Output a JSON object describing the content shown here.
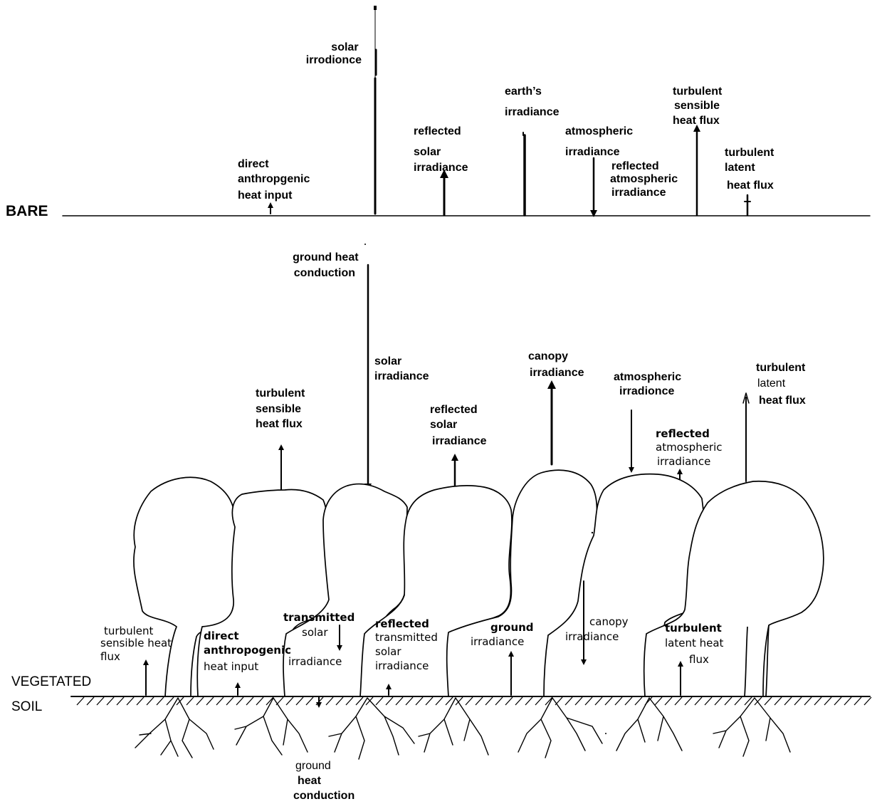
{
  "surfaces": {
    "bare_label": "BARE",
    "vegetated_label_line1": "VEGETATED",
    "vegetated_label_line2": "SOIL"
  },
  "bare_fluxes": {
    "solar_irradiance": [
      "solar",
      "irrodionce"
    ],
    "direct_anthropogenic": [
      "direct",
      "anthropgenic",
      "heat input"
    ],
    "reflected_solar": [
      "reflected",
      "solar",
      "irradiance"
    ],
    "earths_irradiance": [
      "earth’s",
      "irradiance"
    ],
    "atmospheric_irradiance": [
      "atmospheric",
      "irradiance"
    ],
    "reflected_atmospheric": [
      "reflected",
      "atmospheric",
      "irradiance"
    ],
    "turbulent_sensible": [
      "turbulent",
      "sensible",
      "heat flux"
    ],
    "turbulent_latent": [
      "turbulent",
      "latent",
      "heat flux"
    ],
    "ground_heat_conduction": [
      "ground heat",
      "conduction"
    ]
  },
  "canopy_fluxes": {
    "solar_irradiance": [
      "solar",
      "irradiance"
    ],
    "turbulent_sensible": [
      "turbulent",
      "sensible",
      "heat flux"
    ],
    "reflected_solar": [
      "reflected",
      "solar",
      "irradiance"
    ],
    "canopy_irradiance": [
      "canopy",
      "irradiance"
    ],
    "atmospheric_irradiance": [
      "atmospheric",
      "irradionce"
    ],
    "reflected_atmospheric": [
      "reflected",
      "atmospheric",
      "irradiance"
    ],
    "turbulent_latent": [
      "turbulent",
      "latent",
      "heat flux"
    ]
  },
  "under_canopy_fluxes": {
    "turbulent_sensible": [
      "turbulent",
      "sensible heat",
      "flux"
    ],
    "direct_anthropogenic": [
      "direct",
      "anthropogenic",
      "heat input"
    ],
    "transmitted_solar": [
      "transmitted",
      "solar",
      "irradiance"
    ],
    "reflected_transmitted": [
      "reflected",
      "transmitted",
      "solar",
      "irradiance"
    ],
    "ground_irradiance": [
      "ground",
      "irradiance"
    ],
    "canopy_irradiance": [
      "canopy",
      "irradiance"
    ],
    "turbulent_latent": [
      "turbulent",
      "latent heat",
      "flux"
    ],
    "ground_heat_conduction": [
      "ground",
      "heat",
      "conduction"
    ]
  }
}
